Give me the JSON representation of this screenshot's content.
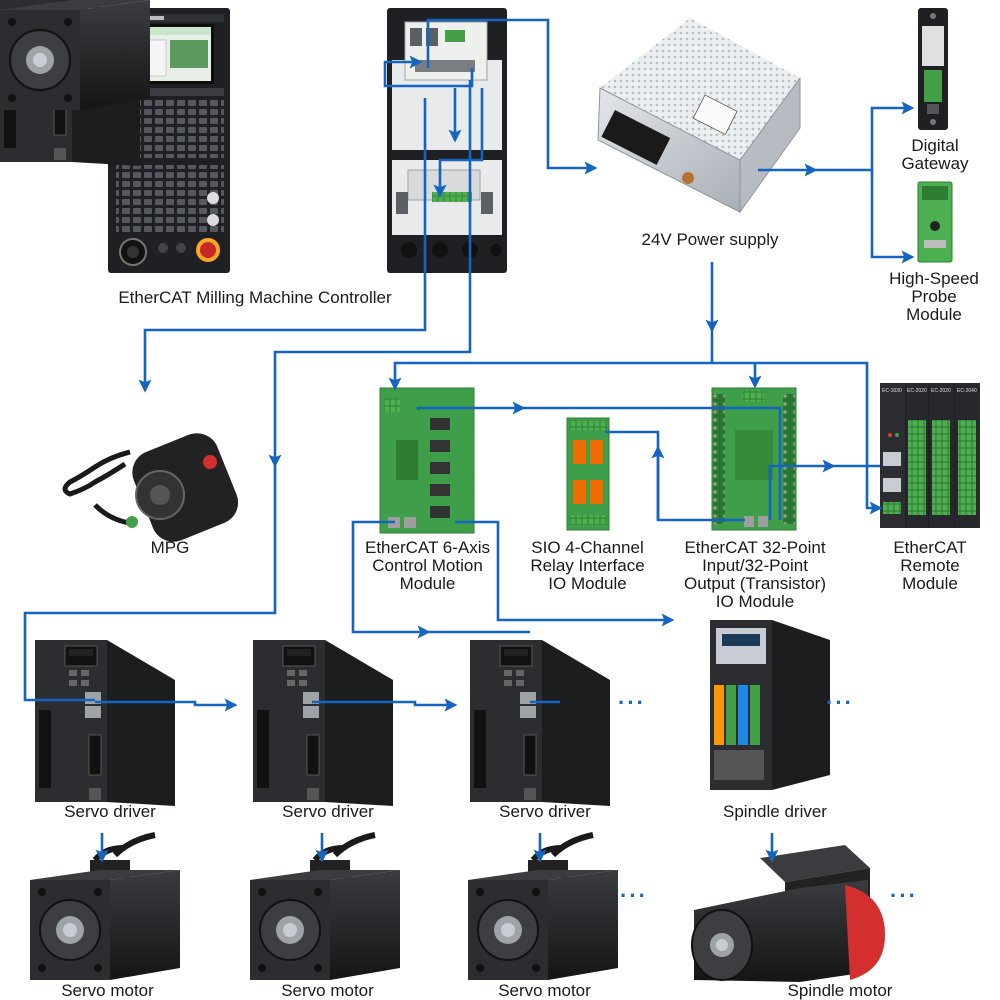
{
  "colors": {
    "wire": "#1565c0",
    "device_body": "#2b2d30",
    "device_dark": "#1c1d1f",
    "pcb_green": "#3f9e4a",
    "connector_green": "#2e7d32",
    "metal": "#c8cdd3",
    "spindle_red": "#d32f2f",
    "text": "#1a1a1a"
  },
  "labels": {
    "controller": "EtherCAT Milling Machine Controller",
    "power_supply": "24V Power supply",
    "digital_gateway": [
      "Digital",
      "Gateway"
    ],
    "probe_module": [
      "High-Speed",
      "Probe",
      "Module"
    ],
    "mpg": "MPG",
    "motion_module": [
      "EtherCAT 6-Axis",
      "Control Motion",
      "Module"
    ],
    "relay_module": [
      "SIO 4-Channel",
      "Relay Interface",
      "IO Module"
    ],
    "io_module": [
      "EtherCAT 32-Point",
      "Input/32-Point",
      "Output (Transistor)",
      "IO Module"
    ],
    "remote_module": [
      "EtherCAT",
      "Remote",
      "Module"
    ],
    "servo_driver": "Servo driver",
    "spindle_driver": "Spindle driver",
    "servo_motor": "Servo motor",
    "spindle_motor": "Spindle motor"
  },
  "continuation": "···",
  "remote_module_headers": [
    "EC-1030",
    "EC-2020",
    "EC-2020",
    "EC-2040"
  ],
  "icons": {
    "controller": "cnc-controller-icon",
    "power_supply": "power-supply-icon",
    "servo_driver": "servo-driver-icon",
    "servo_motor": "servo-motor-icon",
    "spindle_driver": "spindle-driver-icon",
    "spindle_motor": "spindle-motor-icon",
    "mpg": "handwheel-pendant-icon"
  }
}
